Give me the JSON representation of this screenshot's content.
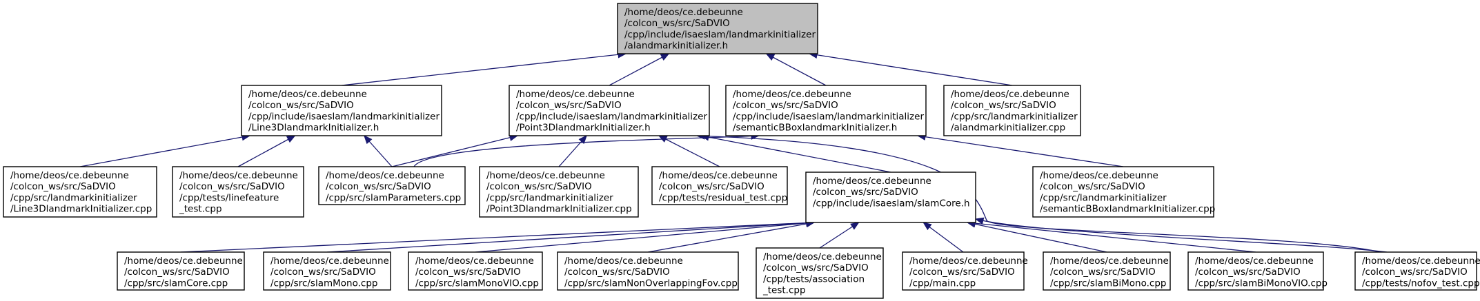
{
  "root": "n0",
  "colors": {
    "edge": "#191970",
    "root_fill": "#bfbfbf",
    "node_fill": "#ffffff",
    "border": "#000000"
  },
  "nodes": {
    "n0": {
      "lines": [
        "/home/deos/ce.debeunne",
        "/colcon_ws/src/SaDVIO",
        "/cpp/include/isaeslam/landmarkinitializer",
        "/alandmarkinitializer.h"
      ]
    },
    "n1": {
      "lines": [
        "/home/deos/ce.debeunne",
        "/colcon_ws/src/SaDVIO",
        "/cpp/include/isaeslam/landmarkinitializer",
        "/Line3DlandmarkInitializer.h"
      ]
    },
    "n2": {
      "lines": [
        "/home/deos/ce.debeunne",
        "/colcon_ws/src/SaDVIO",
        "/cpp/include/isaeslam/landmarkinitializer",
        "/Point3DlandmarkInitializer.h"
      ]
    },
    "n3": {
      "lines": [
        "/home/deos/ce.debeunne",
        "/colcon_ws/src/SaDVIO",
        "/cpp/include/isaeslam/landmarkinitializer",
        "/semanticBBoxlandmarkInitializer.h"
      ]
    },
    "n4": {
      "lines": [
        "/home/deos/ce.debeunne",
        "/colcon_ws/src/SaDVIO",
        "/cpp/src/landmarkinitializer",
        "/alandmarkinitializer.cpp"
      ]
    },
    "n5": {
      "lines": [
        "/home/deos/ce.debeunne",
        "/colcon_ws/src/SaDVIO",
        "/cpp/src/landmarkinitializer",
        "/Line3DlandmarkInitializer.cpp"
      ]
    },
    "n6": {
      "lines": [
        "/home/deos/ce.debeunne",
        "/colcon_ws/src/SaDVIO",
        "/cpp/tests/linefeature",
        "_test.cpp"
      ]
    },
    "n7": {
      "lines": [
        "/home/deos/ce.debeunne",
        "/colcon_ws/src/SaDVIO",
        "/cpp/src/slamParameters.cpp"
      ]
    },
    "n8": {
      "lines": [
        "/home/deos/ce.debeunne",
        "/colcon_ws/src/SaDVIO",
        "/cpp/src/landmarkinitializer",
        "/Point3DlandmarkInitializer.cpp"
      ]
    },
    "n9": {
      "lines": [
        "/home/deos/ce.debeunne",
        "/colcon_ws/src/SaDVIO",
        "/cpp/tests/residual_test.cpp"
      ]
    },
    "n10": {
      "lines": [
        "/home/deos/ce.debeunne",
        "/colcon_ws/src/SaDVIO",
        "/cpp/include/isaeslam/slamCore.h"
      ]
    },
    "n11": {
      "lines": [
        "/home/deos/ce.debeunne",
        "/colcon_ws/src/SaDVIO",
        "/cpp/src/landmarkinitializer",
        "/semanticBBoxlandmarkInitializer.cpp"
      ]
    },
    "n12": {
      "lines": [
        "/home/deos/ce.debeunne",
        "/colcon_ws/src/SaDVIO",
        "/cpp/src/slamCore.cpp"
      ]
    },
    "n13": {
      "lines": [
        "/home/deos/ce.debeunne",
        "/colcon_ws/src/SaDVIO",
        "/cpp/src/slamMono.cpp"
      ]
    },
    "n14": {
      "lines": [
        "/home/deos/ce.debeunne",
        "/colcon_ws/src/SaDVIO",
        "/cpp/src/slamMonoVIO.cpp"
      ]
    },
    "n15": {
      "lines": [
        "/home/deos/ce.debeunne",
        "/colcon_ws/src/SaDVIO",
        "/cpp/src/slamNonOverlappingFov.cpp"
      ]
    },
    "n16": {
      "lines": [
        "/home/deos/ce.debeunne",
        "/colcon_ws/src/SaDVIO",
        "/cpp/tests/association",
        "_test.cpp"
      ]
    },
    "n17": {
      "lines": [
        "/home/deos/ce.debeunne",
        "/colcon_ws/src/SaDVIO",
        "/cpp/main.cpp"
      ]
    },
    "n18": {
      "lines": [
        "/home/deos/ce.debeunne",
        "/colcon_ws/src/SaDVIO",
        "/cpp/src/slamBiMono.cpp"
      ]
    },
    "n19": {
      "lines": [
        "/home/deos/ce.debeunne",
        "/colcon_ws/src/SaDVIO",
        "/cpp/src/slamBiMonoVIO.cpp"
      ]
    },
    "n20": {
      "lines": [
        "/home/deos/ce.debeunne",
        "/colcon_ws/src/SaDVIO",
        "/cpp/tests/nofov_test.cpp"
      ]
    }
  },
  "edges": [
    [
      "n1",
      "n0"
    ],
    [
      "n2",
      "n0"
    ],
    [
      "n3",
      "n0"
    ],
    [
      "n4",
      "n0"
    ],
    [
      "n5",
      "n1"
    ],
    [
      "n6",
      "n1"
    ],
    [
      "n7",
      "n1"
    ],
    [
      "n7",
      "n2"
    ],
    [
      "n8",
      "n2"
    ],
    [
      "n9",
      "n2"
    ],
    [
      "n10",
      "n2"
    ],
    [
      "n20",
      "n2"
    ],
    [
      "n7",
      "n3"
    ],
    [
      "n11",
      "n3"
    ],
    [
      "n12",
      "n10"
    ],
    [
      "n13",
      "n10"
    ],
    [
      "n14",
      "n10"
    ],
    [
      "n15",
      "n10"
    ],
    [
      "n16",
      "n10"
    ],
    [
      "n17",
      "n10"
    ],
    [
      "n18",
      "n10"
    ],
    [
      "n19",
      "n10"
    ],
    [
      "n20",
      "n10"
    ]
  ]
}
